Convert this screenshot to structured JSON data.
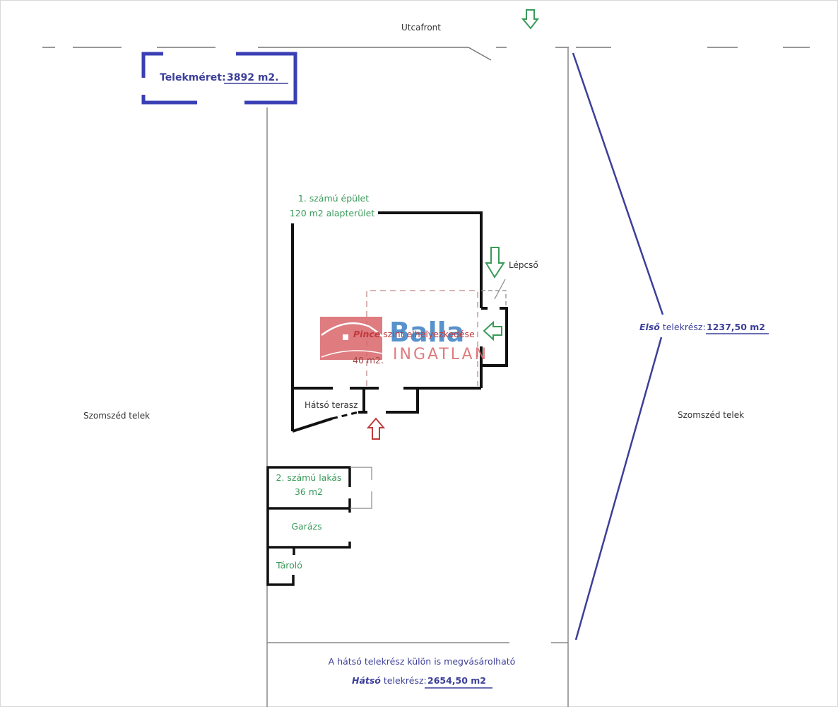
{
  "labels": {
    "street": "Utcafront",
    "plot_size_label": "Telekméret:",
    "plot_size_value": "3892 m2.",
    "building1_title": "1. számú épület",
    "building1_area": "120 m2 alapterület",
    "stairs": "Lépcső",
    "cellar_italic": "Pince",
    "cellar_rest": " szint elhelyezkedése",
    "cellar_area": "40 m2.",
    "back_terrace": "Hátsó terasz",
    "flat2_title": "2. számú lakás",
    "flat2_area": "36 m2",
    "garage": "Garázs",
    "storage": "Tároló",
    "neighbor_left": "Szomszéd telek",
    "neighbor_right": "Szomszéd telek",
    "front_part_italic": "Első",
    "front_part_label": " telekrész:",
    "front_part_value": "1237,50 m2",
    "back_note": "A hátsó telekrész külön is megvásárolható",
    "back_part_italic": "Hátsó",
    "back_part_label": " telekrész:",
    "back_part_value": "2654,50 m2"
  },
  "watermark": {
    "brand": "Balla",
    "sub": "INGATLAN"
  },
  "icons": {
    "entrance_top": "arrow-down-icon",
    "entrance_side_top": "arrow-down-icon",
    "entrance_side": "arrow-left-icon",
    "entrance_back": "arrow-up-icon"
  },
  "colors": {
    "green": "#3a9a5a",
    "blue": "#3c3f99",
    "red": "#c0393b",
    "wall": "#111111"
  }
}
